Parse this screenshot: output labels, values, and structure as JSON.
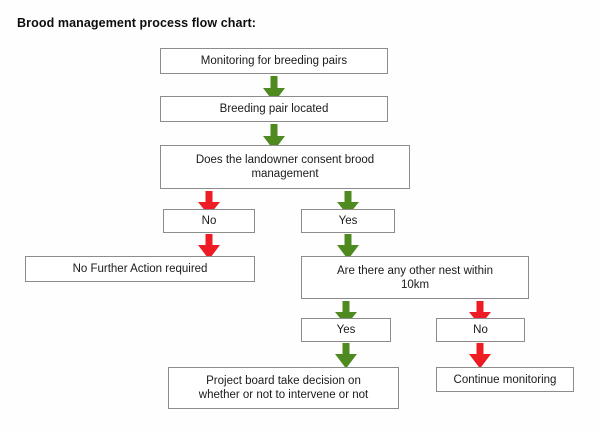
{
  "title": "Brood management process flow chart:",
  "colors": {
    "green_arrow": "#4f8a21",
    "red_arrow": "#ee1c25",
    "box_border": "#8c8c8c",
    "box_fill": "#ffffff",
    "page_background": "#fefefe",
    "text": "#1a1a1a",
    "title_text": "#0d0d0d"
  },
  "chart_data": {
    "type": "diagram",
    "subtype": "flowchart",
    "title": "Brood management process flow chart:",
    "orientation": "top-to-bottom",
    "nodes": [
      {
        "id": "monitoring",
        "label": "Monitoring for breeding pairs",
        "shape": "rectangle"
      },
      {
        "id": "pair_located",
        "label": "Breeding pair located",
        "shape": "rectangle"
      },
      {
        "id": "consent",
        "label": "Does the landowner consent brood management",
        "shape": "rectangle"
      },
      {
        "id": "consent_no",
        "label": "No",
        "shape": "rectangle"
      },
      {
        "id": "consent_yes",
        "label": "Yes",
        "shape": "rectangle"
      },
      {
        "id": "no_action",
        "label": "No Further Action required",
        "shape": "rectangle"
      },
      {
        "id": "other_nest",
        "label": "Are there any other nest within 10km",
        "shape": "rectangle"
      },
      {
        "id": "nest_yes",
        "label": "Yes",
        "shape": "rectangle"
      },
      {
        "id": "nest_no",
        "label": "No",
        "shape": "rectangle"
      },
      {
        "id": "project_board",
        "label": "Project board take decision on whether or not to intervene or not",
        "shape": "rectangle"
      },
      {
        "id": "continue_monitoring",
        "label": "Continue monitoring",
        "shape": "rectangle"
      }
    ],
    "edges": [
      {
        "from": "monitoring",
        "to": "pair_located",
        "color": "#4f8a21",
        "style": "block-arrow",
        "direction": "down"
      },
      {
        "from": "pair_located",
        "to": "consent",
        "color": "#4f8a21",
        "style": "block-arrow",
        "direction": "down"
      },
      {
        "from": "consent",
        "to": "consent_no",
        "color": "#ee1c25",
        "style": "block-arrow",
        "direction": "down"
      },
      {
        "from": "consent",
        "to": "consent_yes",
        "color": "#4f8a21",
        "style": "block-arrow",
        "direction": "down"
      },
      {
        "from": "consent_no",
        "to": "no_action",
        "color": "#ee1c25",
        "style": "block-arrow",
        "direction": "down"
      },
      {
        "from": "consent_yes",
        "to": "other_nest",
        "color": "#4f8a21",
        "style": "block-arrow",
        "direction": "down"
      },
      {
        "from": "other_nest",
        "to": "nest_yes",
        "color": "#4f8a21",
        "style": "block-arrow",
        "direction": "down"
      },
      {
        "from": "other_nest",
        "to": "nest_no",
        "color": "#ee1c25",
        "style": "block-arrow",
        "direction": "down"
      },
      {
        "from": "nest_yes",
        "to": "project_board",
        "color": "#4f8a21",
        "style": "block-arrow",
        "direction": "down"
      },
      {
        "from": "nest_no",
        "to": "continue_monitoring",
        "color": "#ee1c25",
        "style": "block-arrow",
        "direction": "down"
      }
    ]
  },
  "nodes": {
    "monitoring": {
      "label": "Monitoring for breeding pairs"
    },
    "pair_located": {
      "label": "Breeding pair located"
    },
    "consent_line1": {
      "label": "Does the landowner consent brood"
    },
    "consent_line2": {
      "label": "management"
    },
    "consent_no": {
      "label": "No"
    },
    "consent_yes": {
      "label": "Yes"
    },
    "no_action": {
      "label": "No Further Action required"
    },
    "other_nest_line1": {
      "label": "Are there any other nest within"
    },
    "other_nest_line2": {
      "label": "10km"
    },
    "nest_yes": {
      "label": "Yes"
    },
    "nest_no": {
      "label": "No"
    },
    "project_board_line1": {
      "label": "Project board take decision on"
    },
    "project_board_line2": {
      "label": "whether or not to intervene or not"
    },
    "continue_monitoring": {
      "label": "Continue monitoring"
    }
  }
}
